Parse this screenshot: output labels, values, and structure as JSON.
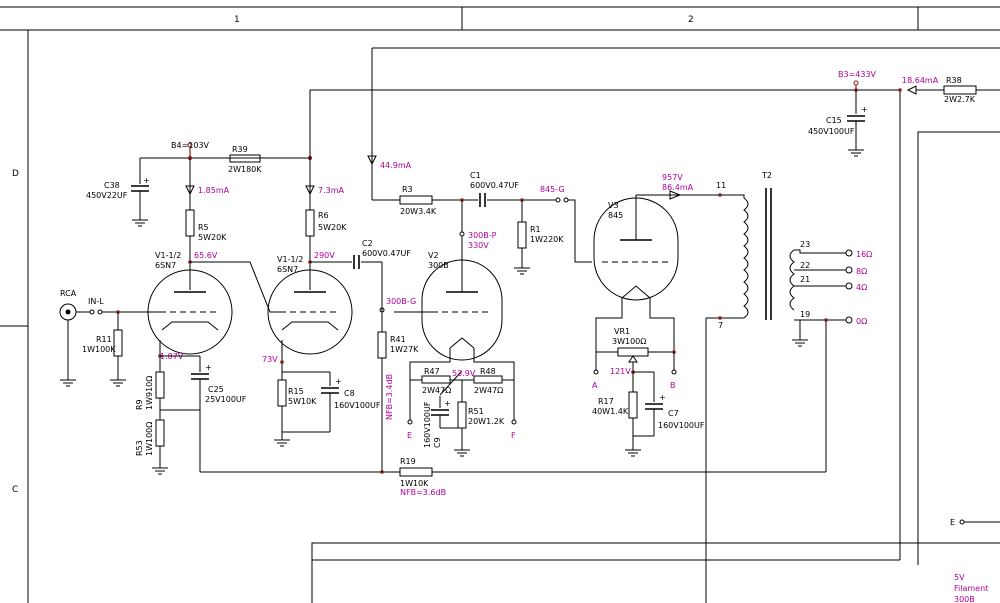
{
  "border": {
    "col1": "1",
    "col2": "2",
    "rowD": "D",
    "rowC": "C"
  },
  "labels": {
    "b4": "B4=103V",
    "r39": [
      "R39",
      "2W180K"
    ],
    "c38": [
      "C38",
      "450V22UF"
    ],
    "i_v1a": "1.85mA",
    "i_v1b": "7.3mA",
    "r5": [
      "R5",
      "5W20K"
    ],
    "r6": [
      "R6",
      "5W20K"
    ],
    "v1a": [
      "V1-1/2",
      "6SN7"
    ],
    "v1b": [
      "V1-1/2",
      "6SN7"
    ],
    "v_656": "65.6V",
    "v_290": "290V",
    "c2": [
      "C2",
      "600V0.47UF"
    ],
    "rca": "RCA",
    "inl": "IN-L",
    "r11": [
      "R11",
      "1W100K"
    ],
    "v_187": "1.87V",
    "r9": [
      "R9",
      "1W910Ω"
    ],
    "c25": [
      "C25",
      "25V100UF"
    ],
    "r53": [
      "R53",
      "1W100Ω"
    ],
    "v_73": "73V",
    "r15": [
      "R15",
      "5W10K"
    ],
    "c8": [
      "C8",
      "160V100UF"
    ],
    "i_449": "44.9mA",
    "r3": [
      "R3",
      "20W3.4K"
    ],
    "c1": [
      "C1",
      "600V0.47UF"
    ],
    "tag_845g": "845-G",
    "r1": [
      "R1",
      "1W220K"
    ],
    "tag_300bp": "300B-P",
    "v_330": "330V",
    "v2": [
      "V2",
      "300B"
    ],
    "tag_300bg": "300B-G",
    "r41": [
      "R41",
      "1W27K"
    ],
    "nfb34": "NFB=3.4dB",
    "r47": [
      "R47",
      "2W47Ω"
    ],
    "v_539": "53.9V",
    "r48": [
      "R48",
      "2W47Ω"
    ],
    "c9": [
      "C9",
      "160V100UF"
    ],
    "r51": [
      "R51",
      "20W1.2K"
    ],
    "tag_e": "E",
    "tag_f": "F",
    "r19": [
      "R19",
      "1W10K"
    ],
    "nfb36": "NFB=3.6dB",
    "v3": [
      "V3",
      "845"
    ],
    "v_957": "957V",
    "i_864": "86.4mA",
    "vr1": [
      "VR1",
      "3W100Ω"
    ],
    "tag_a": "A",
    "tag_b": "B",
    "v_121": "121V",
    "r17": [
      "R17",
      "40W1.4K"
    ],
    "c7": [
      "C7",
      "160V100UF"
    ],
    "t2": "T2",
    "pin11": "11",
    "pin7": "7",
    "pin23": "23",
    "pin22": "22",
    "pin21": "21",
    "pin19": "19",
    "o16": "16Ω",
    "o8": "8Ω",
    "o4": "4Ω",
    "o0": "0Ω",
    "b3": "B3=433V",
    "i_1864": "18.64mA",
    "r38": [
      "R38",
      "2W2.7K"
    ],
    "c15": [
      "C15",
      "450V100UF"
    ],
    "tag_e2": "E",
    "fil": [
      "5V",
      "Filament",
      "300B"
    ]
  }
}
